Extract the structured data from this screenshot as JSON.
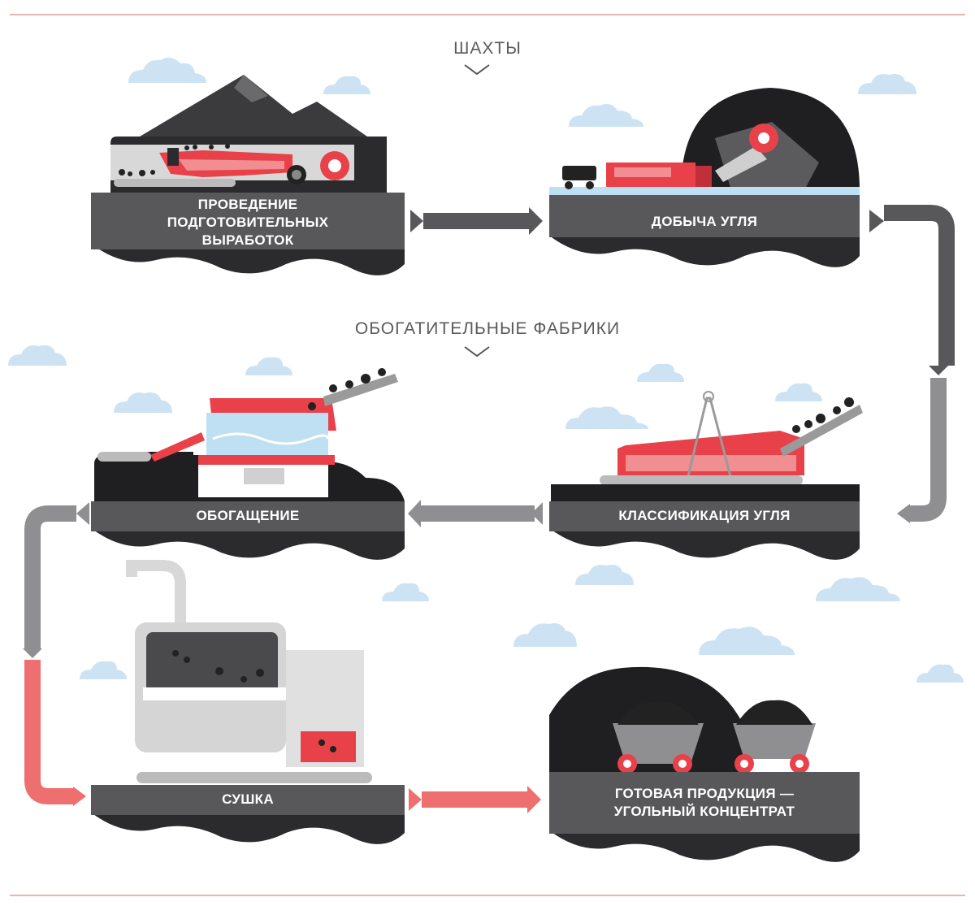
{
  "sections": {
    "mines": "ШАХТЫ",
    "plants": "ОБОГАТИТЕЛЬНЫЕ ФАБРИКИ"
  },
  "stages": [
    {
      "id": "development",
      "label": "ПРОВЕДЕНИЕ ПОДГОТОВИТЕЛЬНЫХ ВЫРАБОТОК"
    },
    {
      "id": "mining",
      "label": "ДОБЫЧА УГЛЯ"
    },
    {
      "id": "classification",
      "label": "КЛАССИФИКАЦИЯ УГЛЯ"
    },
    {
      "id": "enrichment",
      "label": "ОБОГАЩЕНИЕ"
    },
    {
      "id": "drying",
      "label": "СУШКА"
    },
    {
      "id": "product",
      "label": "ГОТОВАЯ ПРОДУКЦИЯ — УГОЛЬНЫЙ КОНЦЕНТРАТ"
    }
  ],
  "colors": {
    "accent_red": "#e9414a",
    "flow_dark": "#58585a",
    "flow_mid": "#8f8f91",
    "flow_red": "#ee6f6f",
    "panel": "#58585a",
    "coal": "#232325",
    "cloud": "#cde3f4"
  }
}
